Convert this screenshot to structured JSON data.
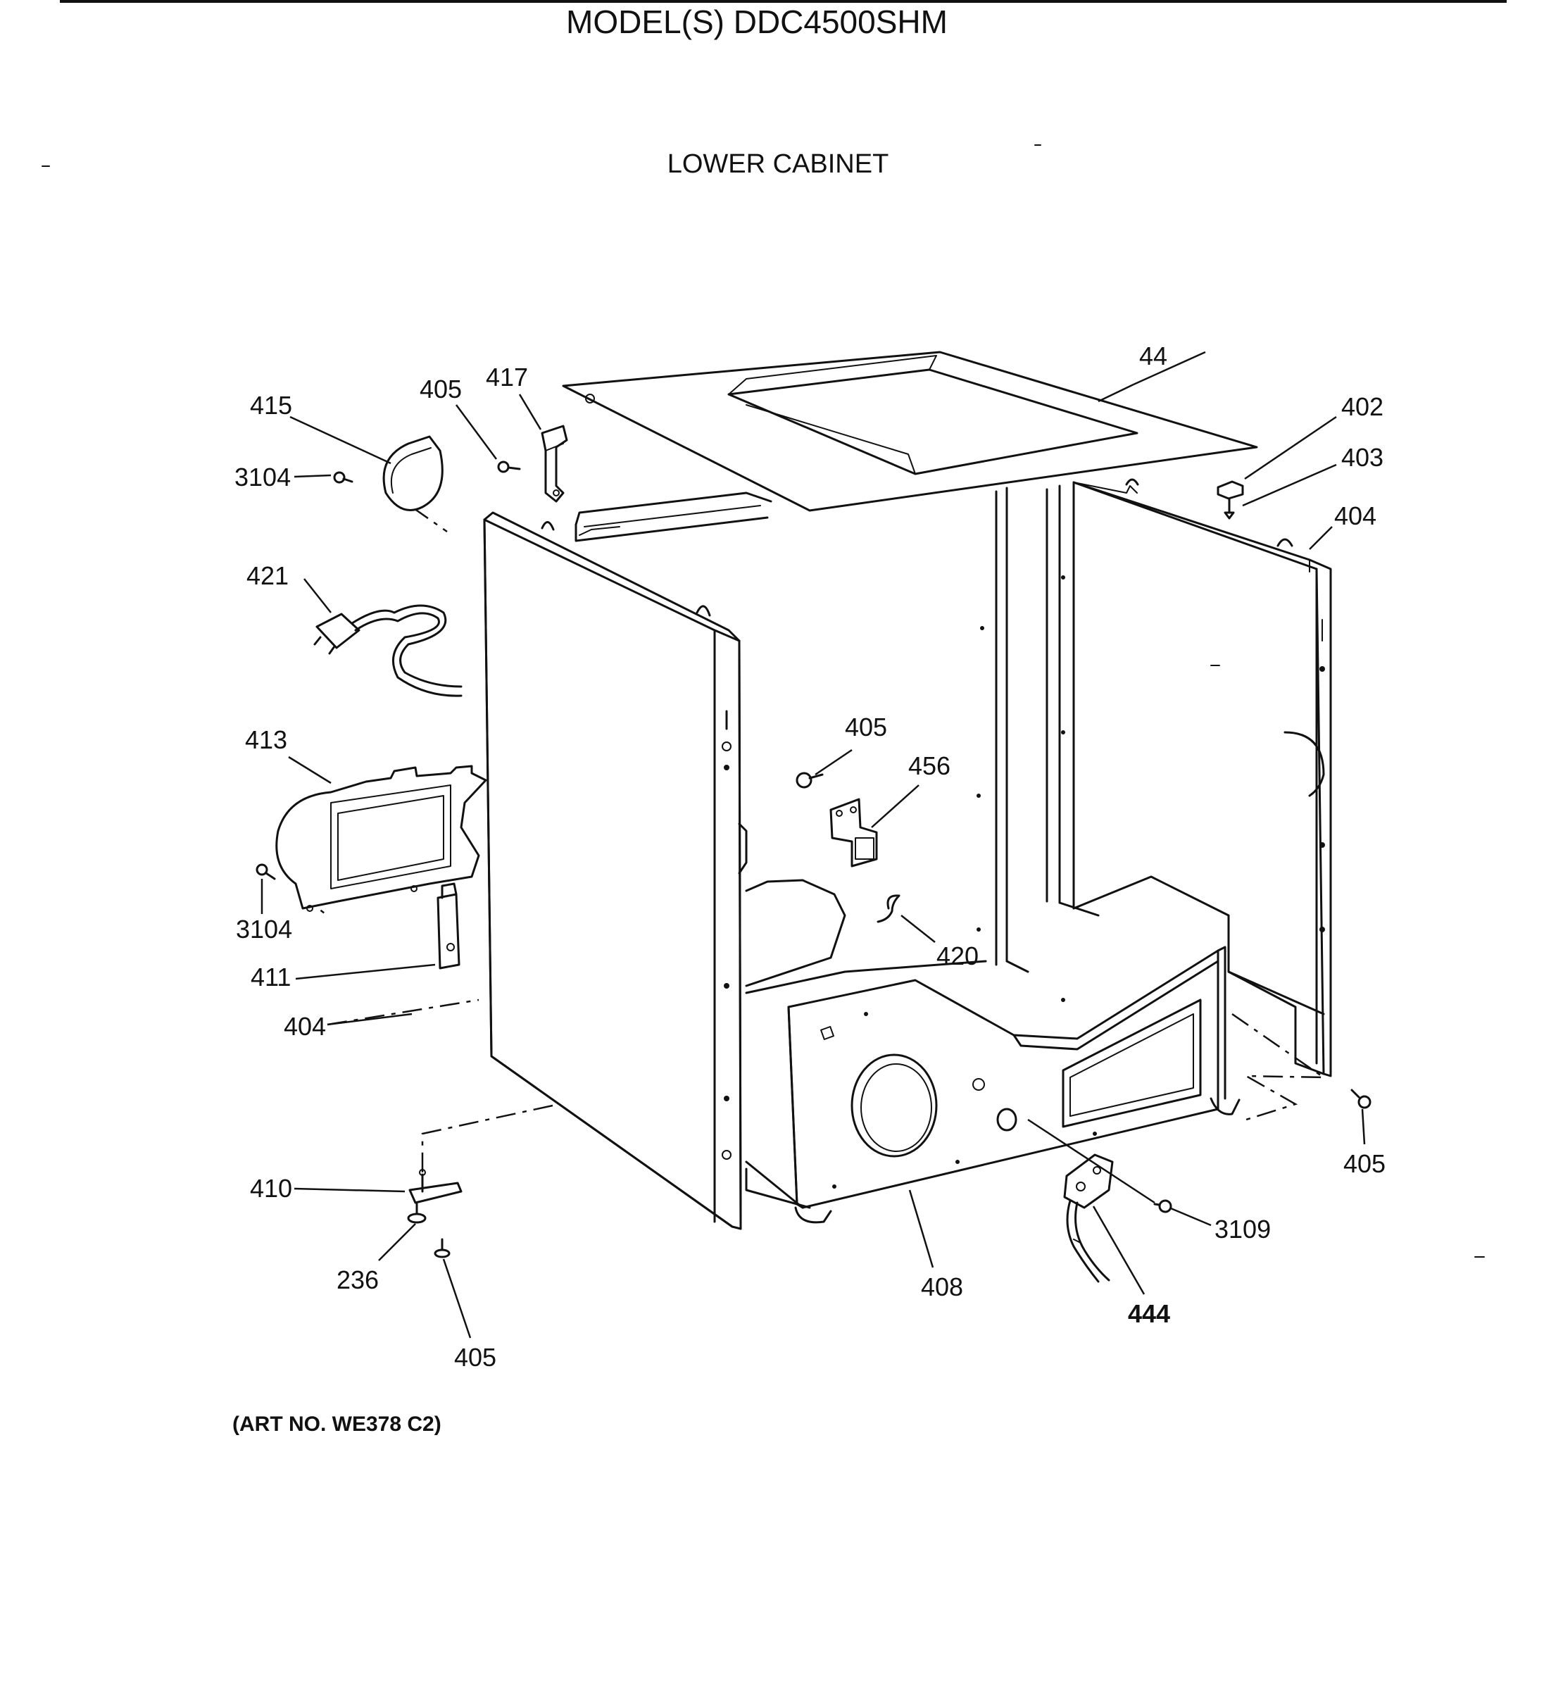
{
  "header": {
    "title": "MODEL(S) DDC4500SHM",
    "subtitle": "LOWER CABINET"
  },
  "footer": {
    "art_number": "(ART NO. WE378 C2)"
  },
  "callouts": {
    "c44": "44",
    "c402": "402",
    "c403": "403",
    "c404_right": "404",
    "c415": "415",
    "c3104_top": "3104",
    "c405_top": "405",
    "c417": "417",
    "c421": "421",
    "c413": "413",
    "c3104_mid": "3104",
    "c411": "411",
    "c404_left": "404",
    "c405_mid": "405",
    "c456": "456",
    "c420": "420",
    "c405_right": "405",
    "c410": "410",
    "c236": "236",
    "c405_bottom": "405",
    "c408": "408",
    "c444": "444",
    "c3109": "3109"
  },
  "colors": {
    "line": "#111111",
    "background": "#ffffff"
  }
}
